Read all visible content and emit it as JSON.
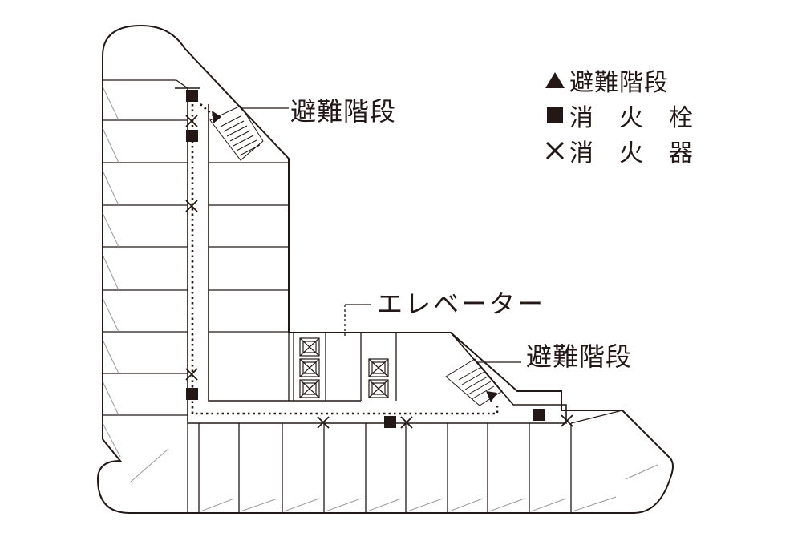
{
  "legend": {
    "items": [
      {
        "icon": "triangle-icon",
        "label": "避難階段"
      },
      {
        "icon": "square-icon",
        "label": "消　火　栓"
      },
      {
        "icon": "cross-icon",
        "label": "消　火　器"
      }
    ]
  },
  "callouts": {
    "stair_upper": "避難階段",
    "elevator": "エレベーター",
    "stair_lower": "避難階段"
  },
  "colors": {
    "ink": "#231815",
    "hatch": "#9a9a9a",
    "background": "#ffffff"
  }
}
